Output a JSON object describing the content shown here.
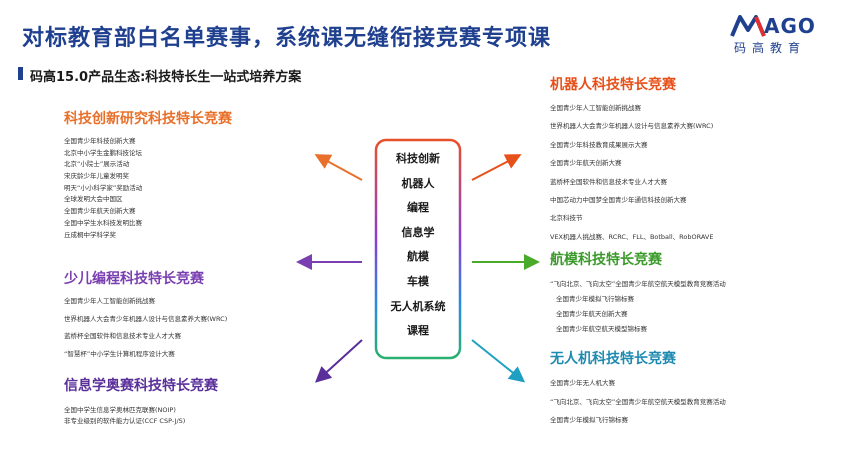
{
  "header": {
    "title": "对标教育部白名单赛事，系统课无缝衔接竞赛专项课",
    "subtitle": "码高15.0产品生态:科技特长生一站式培养方案"
  },
  "logo": {
    "brand": "AGO",
    "brand_mark": "M",
    "sub": "码高教育"
  },
  "center": {
    "items": [
      "科技创新",
      "机器人",
      "编程",
      "信息学",
      "航模",
      "车模",
      "无人机系统",
      "课程"
    ]
  },
  "left_sections": [
    {
      "title": "科技创新研究科技特长竞赛",
      "color": "#e8702a",
      "items": [
        "全国青少年科技创新大赛",
        "北京中小学生金鹏科技论坛",
        "北京“小院士”展示活动",
        "宋庆龄少年儿童发明奖",
        "明天“小小科学家”奖励活动",
        "全球发明大会中国区",
        "全国青少年航天创新大赛",
        "全国中学生水科技发明比赛",
        "丘成桐中学科学奖"
      ]
    },
    {
      "title": "少儿编程科技特长竞赛",
      "color": "#7a3fb0",
      "items": [
        "全国青少年人工智能创新挑战赛",
        "世界机器人大会青少年机器人设计与信息素养大赛(WRC)",
        "蓝桥杯全国软件和信息技术专业人才大赛",
        "“智慧杯”中小学生计算机程序设计大赛"
      ]
    },
    {
      "title": "信息学奥赛科技特长竞赛",
      "color": "#5a2f9a",
      "items": [
        "全国中学生信息学奥林匹克联赛(NOIP)",
        "非专业级别的软件能力认证(CCF CSP-J/S)"
      ]
    }
  ],
  "right_sections": [
    {
      "title": "机器人科技特长竞赛",
      "color": "#e8501a",
      "items": [
        "全国青少年人工智能创新挑战赛",
        "世界机器人大会青少年机器人设计与信息素养大赛(WRC)",
        "全国青少年科技教育成果展示大赛",
        "全国青少年航天创新大赛",
        "蓝桥杯全国软件和信息技术专业人才大赛",
        "中国芯动力中国梦全国青少年通信科技创新大赛",
        "北京科技节",
        "VEX机器人挑战赛、RCRC、FLL、Botball、RobORAVE"
      ]
    },
    {
      "title": "航模科技特长竞赛",
      "color": "#3a9a2a",
      "items": [
        "“飞向北京、飞向太空”全国青少年航空航天模型教育竞赛活动",
        "全国青少年模拟飞行锦标赛",
        "全国青少年航天创新大赛",
        "全国青少年航空航天模型锦标赛"
      ]
    },
    {
      "title": "无人机科技特长竞赛",
      "color": "#1f8ab0",
      "items": [
        "全国青少年无人机大赛",
        "“飞向北京、飞向太空”全国青少年航空航天模型教育竞赛活动",
        "全国青少年模拟飞行锦标赛"
      ]
    }
  ],
  "arrow_colors": {
    "tl": "#e8702a",
    "tr": "#e8501a",
    "ml": "#7a3fb0",
    "mr": "#4aaa2a",
    "bl": "#5a2f9a",
    "br": "#1fa0c0"
  }
}
